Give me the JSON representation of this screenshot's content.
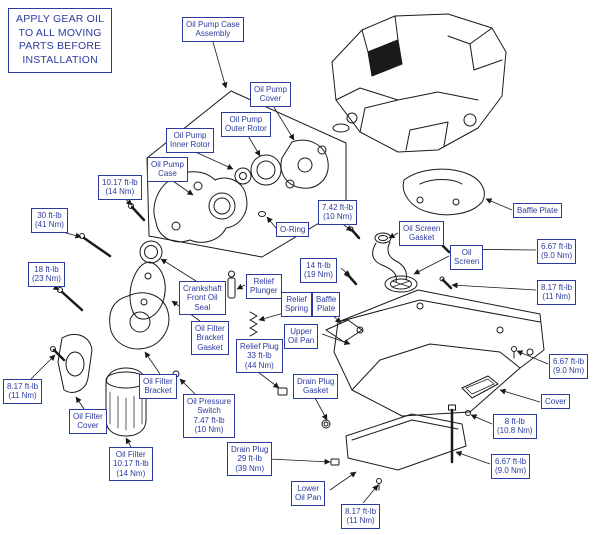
{
  "colors": {
    "label_blue": "#2b3a9e",
    "line_black": "#1a1a1a",
    "background": "#ffffff"
  },
  "note": {
    "text": "APPLY GEAR OIL\nTO ALL MOVING\nPARTS BEFORE\nINSTALLATION"
  },
  "labels": [
    {
      "name": "oil-pump-case-assembly",
      "text": "Oil Pump Case\nAssembly"
    },
    {
      "name": "oil-pump-cover",
      "text": "Oil Pump\nCover"
    },
    {
      "name": "oil-pump-outer-rotor",
      "text": "Oil Pump\nOuter Rotor"
    },
    {
      "name": "oil-pump-inner-rotor",
      "text": "Oil Pump\nInner Rotor"
    },
    {
      "name": "oil-pump-case",
      "text": "Oil Pump\nCase"
    },
    {
      "name": "torque-10-17-top",
      "text": "10.17 ft-lb\n(14 Nm)"
    },
    {
      "name": "torque-30",
      "text": "30 ft-lb\n(41 Nm)"
    },
    {
      "name": "torque-18",
      "text": "18 ft-lb\n(23 Nm)"
    },
    {
      "name": "torque-7-42",
      "text": "7.42 ft-lb\n(10 Nm)"
    },
    {
      "name": "o-ring",
      "text": "O-Ring"
    },
    {
      "name": "oil-screen-gasket",
      "text": "Oil Screen\nGasket"
    },
    {
      "name": "baffle-plate-right",
      "text": "Baffle Plate"
    },
    {
      "name": "oil-screen",
      "text": "Oil\nScreen"
    },
    {
      "name": "torque-6-67-a",
      "text": "6.67 ft-lb\n(9.0 Nm)"
    },
    {
      "name": "torque-14",
      "text": "14 ft-lb\n(19 Nm)"
    },
    {
      "name": "torque-8-17-a",
      "text": "8.17 ft-lb\n(11 Nm)"
    },
    {
      "name": "crankshaft-front-oil-seal",
      "text": "Crankshaft\nFront Oil\nSeal"
    },
    {
      "name": "relief-plunger",
      "text": "Relief\nPlunger"
    },
    {
      "name": "relief-spring",
      "text": "Relief\nSpring"
    },
    {
      "name": "baffle-plate-center",
      "text": "Baffle\nPlate"
    },
    {
      "name": "upper-oil-pan",
      "text": "Upper\nOil Pan"
    },
    {
      "name": "oil-filter-bracket-gasket",
      "text": "Oil Filter\nBracket\nGasket"
    },
    {
      "name": "relief-plug",
      "text": "Relief Plug\n33 ft-lb\n(44 Nm)"
    },
    {
      "name": "torque-6-67-b",
      "text": "6.67 ft-lb\n(9.0 Nm)"
    },
    {
      "name": "torque-8-17-b",
      "text": "8.17 ft-lb\n(11 Nm)"
    },
    {
      "name": "oil-filter-bracket",
      "text": "Oil Filter\nBracket"
    },
    {
      "name": "oil-pressure-switch",
      "text": "Oil Pressure\nSwitch\n7.47 ft-lb\n(10 Nm)"
    },
    {
      "name": "drain-plug-gasket",
      "text": "Drain Plug\nGasket"
    },
    {
      "name": "oil-filter-cover",
      "text": "Oil Filter\nCover"
    },
    {
      "name": "cover",
      "text": "Cover"
    },
    {
      "name": "torque-8",
      "text": "8 ft-lb\n(10.8 Nm)"
    },
    {
      "name": "oil-filter",
      "text": "Oil Filter\n10.17 ft-lb\n(14 Nm)"
    },
    {
      "name": "drain-plug",
      "text": "Drain Plug\n29 ft-lb\n(39 Nm)"
    },
    {
      "name": "torque-6-67-c",
      "text": "6.67 ft-lb\n(9.0 Nm)"
    },
    {
      "name": "lower-oil-pan",
      "text": "Lower\nOil Pan"
    },
    {
      "name": "torque-8-17-c",
      "text": "8.17 ft-lb\n(11 Nm)"
    }
  ]
}
